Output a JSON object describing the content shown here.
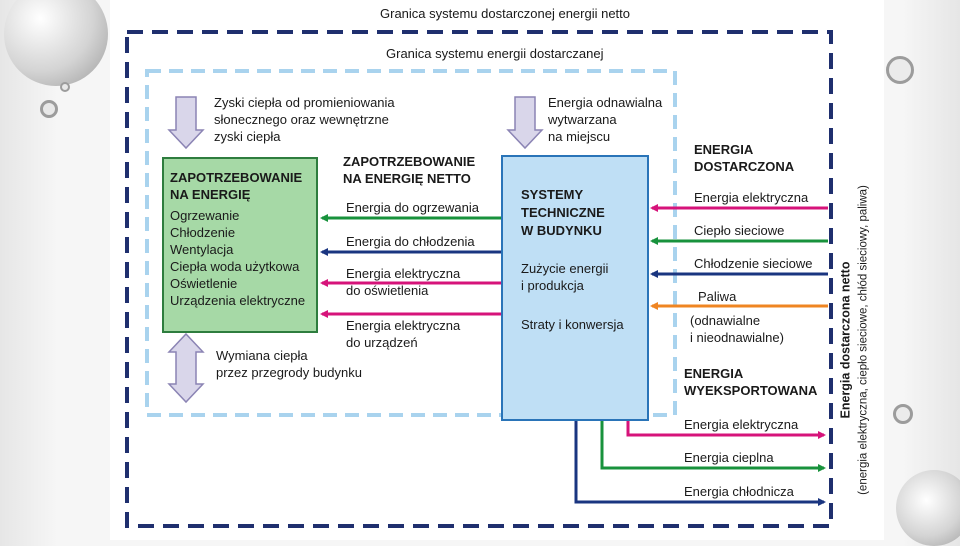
{
  "outer_boundary": "Granica systemu dostarczonej energii netto",
  "inner_boundary": "Granica systemu energii dostarczanej",
  "gains": {
    "line1": "Zyski ciepła od promieniowania",
    "line2": "słonecznego oraz wewnętrzne",
    "line3": "zyski ciepła"
  },
  "renewable": {
    "line1": "Energia odnawialna",
    "line2": "wytwarzana",
    "line3": "na miejscu"
  },
  "demand_box": {
    "title1": "ZAPOTRZEBOWANIE",
    "title2": "NA ENERGIĘ",
    "items": [
      "Ogrzewanie",
      "Chłodzenie",
      "Wentylacja",
      "Ciepła woda użytkowa",
      "Oświetlenie",
      "Urządzenia elektryczne"
    ]
  },
  "net_demand": {
    "line1": "ZAPOTRZEBOWANIE",
    "line2": "NA ENERGIĘ NETTO"
  },
  "net_flows": [
    {
      "line1": "Energia do ogrzewania",
      "line2": ""
    },
    {
      "line1": "Energia do chłodzenia",
      "line2": ""
    },
    {
      "line1": "Energia elektryczna",
      "line2": "do oświetlenia"
    },
    {
      "line1": "Energia elektryczna",
      "line2": "do urządzeń"
    }
  ],
  "exchange": {
    "line1": "Wymiana ciepła",
    "line2": "przez przegrody budynku"
  },
  "systems_box": {
    "title1": "SYSTEMY",
    "title2": "TECHNICZNE",
    "title3": "W BUDYNKU",
    "usage1": "Zużycie energii",
    "usage2": "i produkcja",
    "losses": "Straty i konwersja"
  },
  "delivered": {
    "title1": "ENERGIA",
    "title2": "DOSTARCZONA",
    "items": [
      "Energia elektryczna",
      "Ciepło sieciowe",
      "Chłodzenie sieciowe",
      "Paliwa"
    ],
    "paliwa_note1": "(odnawialne",
    "paliwa_note2": "i nieodnawialne)"
  },
  "exported": {
    "title1": "ENERGIA",
    "title2": "WYEKSPORTOWANA",
    "items": [
      "Energia elektryczna",
      "Energia cieplna",
      "Energia chłodnicza"
    ]
  },
  "net_delivered": {
    "title": "Energia dostarczona netto",
    "subtitle": "(energia elektryczna, ciepło sieciowe, chłód sieciowy, paliwa)"
  },
  "colors": {
    "outer_dash": "#1f2f6e",
    "inner_dash": "#a9d3ee",
    "demand_fill": "#a6d9a6",
    "demand_border": "#2e7d3e",
    "systems_fill": "#bfdff5",
    "systems_border": "#2a74b8",
    "green": "#18923c",
    "navy": "#1a3580",
    "magenta": "#d6137a",
    "orange": "#ef8522",
    "arrow_fill": "#d9d6ea",
    "arrow_stroke": "#8b84b4"
  }
}
